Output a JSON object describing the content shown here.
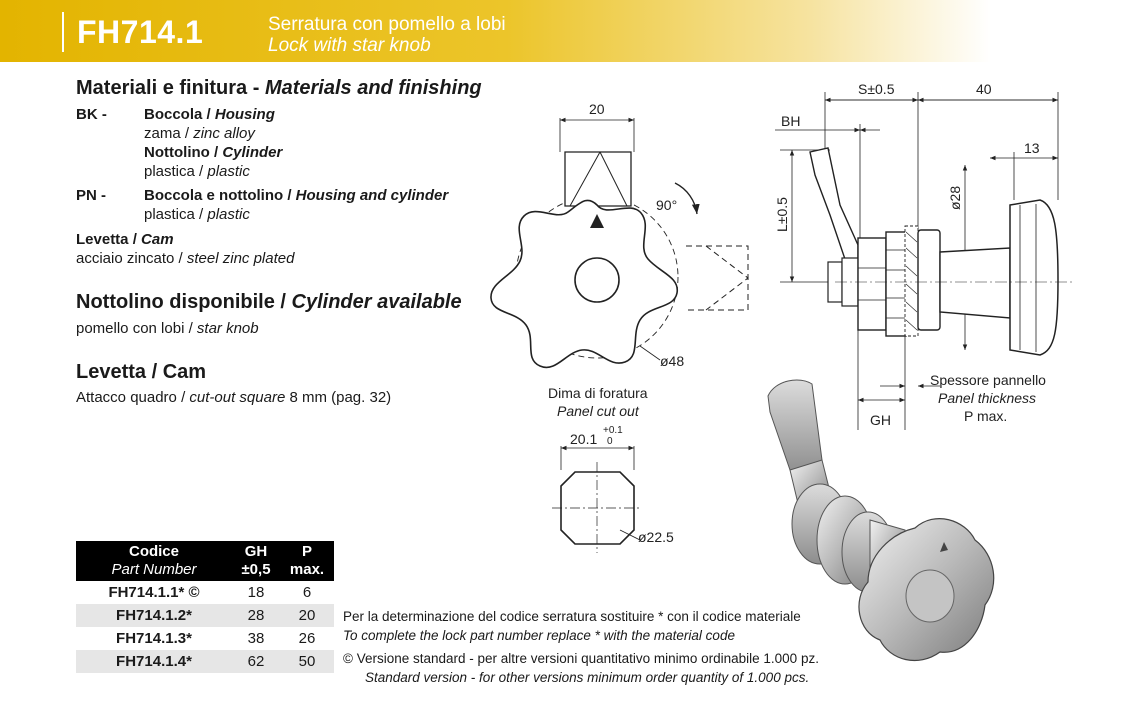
{
  "header": {
    "code": "FH714.1",
    "title_it": "Serratura con pomello a lobi",
    "title_en": "Lock with star knob"
  },
  "materials": {
    "heading_it": "Materiali e finitura - ",
    "heading_en": "Materials and finishing",
    "bk_code": "BK -",
    "bk_housing_it": "Boccola / ",
    "bk_housing_en": "Housing",
    "bk_housing_mat_it": "zama / ",
    "bk_housing_mat_en": "zinc alloy",
    "bk_cyl_it": "Nottolino / ",
    "bk_cyl_en": "Cylinder",
    "bk_cyl_mat_it": "plastica / ",
    "bk_cyl_mat_en": "plastic",
    "pn_code": "PN -",
    "pn_it": "Boccola e nottolino / ",
    "pn_en": "Housing and cylinder",
    "pn_mat_it": "plastica / ",
    "pn_mat_en": "plastic",
    "cam_it": "Levetta / ",
    "cam_en": "Cam",
    "cam_mat_it": "acciaio zincato / ",
    "cam_mat_en": "steel zinc plated"
  },
  "cylinder": {
    "heading_it": "Nottolino disponibile / ",
    "heading_en": "Cylinder available",
    "desc_it": "pomello con lobi / ",
    "desc_en": "star knob"
  },
  "cam_section": {
    "heading": "Levetta / Cam",
    "desc_it": "Attacco quadro / ",
    "desc_en": "cut-out square",
    "desc_tail": " 8 mm (pag. 32)"
  },
  "drawing": {
    "front_width": "20",
    "rotation": "90°",
    "diameter": "ø48",
    "cutout_it": "Dima di foratura",
    "cutout_en": "Panel cut out",
    "cutout_width": "20.1",
    "cutout_tol_plus": "+0.1",
    "cutout_tol_minus": "0",
    "cutout_diameter": "ø22.5",
    "side_s": "S±0.5",
    "side_40": "40",
    "side_bh": "BH",
    "side_13": "13",
    "side_l": "L±0.5",
    "side_d28": "ø28",
    "side_gh": "GH",
    "panel_it": "Spessore pannello",
    "panel_en": "Panel thickness",
    "panel_p": "P max."
  },
  "table": {
    "col1_it": "Codice",
    "col1_en": "Part Number",
    "col2_a": "GH",
    "col2_b": "±0,5",
    "col3": "P max.",
    "rows": [
      {
        "code": "FH714.1.1* ©",
        "gh": "18",
        "p": "6"
      },
      {
        "code": "FH714.1.2*",
        "gh": "28",
        "p": "20"
      },
      {
        "code": "FH714.1.3*",
        "gh": "38",
        "p": "26"
      },
      {
        "code": "FH714.1.4*",
        "gh": "62",
        "p": "50"
      }
    ]
  },
  "notes": {
    "line1": "Per la determinazione del codice serratura sostituire  *  con il codice materiale",
    "line2": "To complete the lock part number replace * with the material code",
    "line3": "© Versione standard - per altre versioni quantitativo minimo ordinabile 1.000 pz.",
    "line4": "Standard version - for other versions minimum order quantity of 1.000 pcs."
  }
}
